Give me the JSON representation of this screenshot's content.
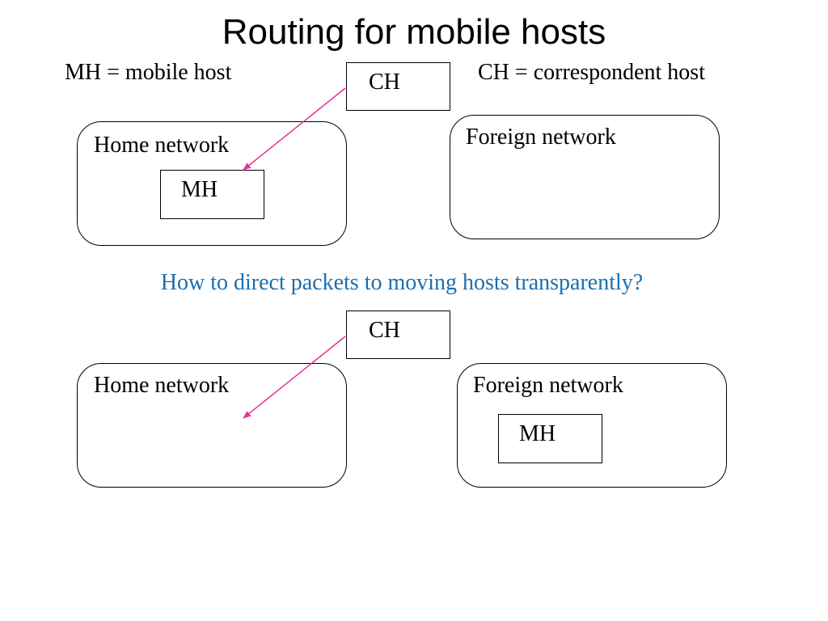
{
  "title": "Routing for mobile hosts",
  "legend": {
    "mh": "MH = mobile host",
    "ch": "CH = correspondent host"
  },
  "question": "How to direct packets to moving hosts transparently?",
  "scene_top": {
    "ch_label": "CH",
    "home_network_label": "Home network",
    "foreign_network_label": "Foreign network",
    "mh_label": "MH"
  },
  "scene_bottom": {
    "ch_label": "CH",
    "home_network_label": "Home network",
    "foreign_network_label": "Foreign network",
    "mh_label": "MH"
  },
  "colors": {
    "arrow": "#e8309a",
    "question_text": "#1a6fb0",
    "outline": "#000000"
  }
}
